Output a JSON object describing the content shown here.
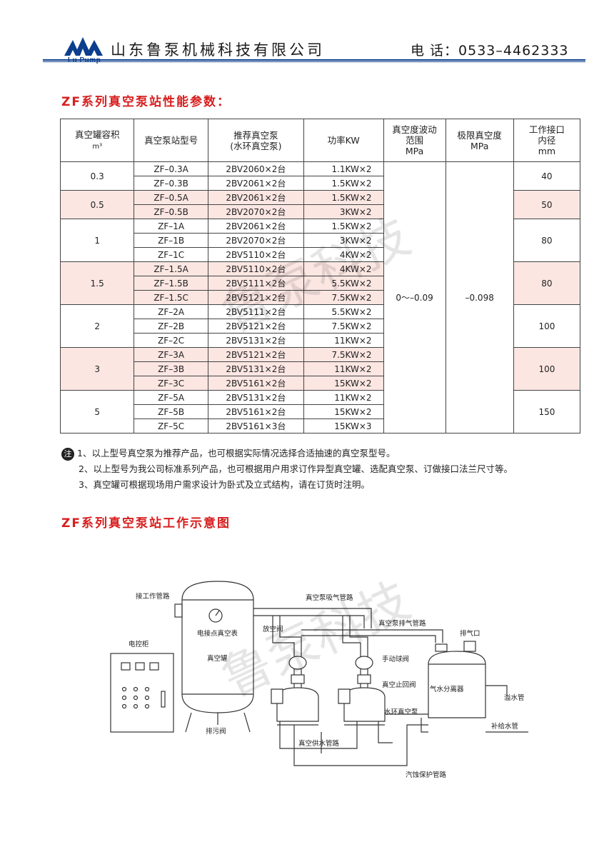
{
  "header": {
    "logo_text": "Lu Pump",
    "company": "山东鲁泵机械科技有限公司",
    "phone_label": "电   话",
    "phone": "：0533–4462333"
  },
  "section1": {
    "title": "ZF系列真空泵站性能参数："
  },
  "table": {
    "headers": {
      "volume": "真空罐容积",
      "volume_unit": "m³",
      "model": "真空泵站型号",
      "pump1": "推荐真空泵",
      "pump2": "(水环真空泵)",
      "power": "功率KW",
      "fluct1": "真空度波动",
      "fluct2": "范围",
      "fluct3": "MPa",
      "limit1": "极限真空度",
      "limit2": "MPa",
      "port1": "工作接口",
      "port2": "内径",
      "port3": "mm"
    },
    "fluct_value": "0～–0.09",
    "limit_value": "–0.098",
    "groups": [
      {
        "volume": "0.3",
        "port": "40",
        "rows": [
          {
            "model": "ZF–0.3A",
            "pump": "2BV2060×2台",
            "power": "1.1KW×2"
          },
          {
            "model": "ZF–0.3B",
            "pump": "2BV2061×2台",
            "power": "1.5KW×2"
          }
        ]
      },
      {
        "volume": "0.5",
        "port": "50",
        "rows": [
          {
            "model": "ZF–0.5A",
            "pump": "2BV2061×2台",
            "power": "1.5KW×2"
          },
          {
            "model": "ZF–0.5B",
            "pump": "2BV2070×2台",
            "power": "3KW×2"
          }
        ]
      },
      {
        "volume": "1",
        "port": "80",
        "rows": [
          {
            "model": "ZF–1A",
            "pump": "2BV2061×2台",
            "power": "1.5KW×2"
          },
          {
            "model": "ZF–1B",
            "pump": "2BV2070×2台",
            "power": "3KW×2"
          },
          {
            "model": "ZF–1C",
            "pump": "2BV5110×2台",
            "power": "4KW×2"
          }
        ]
      },
      {
        "volume": "1.5",
        "port": "80",
        "rows": [
          {
            "model": "ZF–1.5A",
            "pump": "2BV5110×2台",
            "power": "4KW×2"
          },
          {
            "model": "ZF–1.5B",
            "pump": "2BV5111×2台",
            "power": "5.5KW×2"
          },
          {
            "model": "ZF–1.5C",
            "pump": "2BV5121×2台",
            "power": "7.5KW×2"
          }
        ]
      },
      {
        "volume": "2",
        "port": "100",
        "rows": [
          {
            "model": "ZF–2A",
            "pump": "2BV5111×2台",
            "power": "5.5KW×2"
          },
          {
            "model": "ZF–2B",
            "pump": "2BV5121×2台",
            "power": "7.5KW×2"
          },
          {
            "model": "ZF–2C",
            "pump": "2BV5131×2台",
            "power": "11KW×2"
          }
        ]
      },
      {
        "volume": "3",
        "port": "100",
        "rows": [
          {
            "model": "ZF–3A",
            "pump": "2BV5121×2台",
            "power": "7.5KW×2"
          },
          {
            "model": "ZF–3B",
            "pump": "2BV5131×2台",
            "power": "11KW×2"
          },
          {
            "model": "ZF–3C",
            "pump": "2BV5161×2台",
            "power": "15KW×2"
          }
        ]
      },
      {
        "volume": "5",
        "port": "150",
        "rows": [
          {
            "model": "ZF–5A",
            "pump": "2BV5131×2台",
            "power": "11KW×2"
          },
          {
            "model": "ZF–5B",
            "pump": "2BV5161×2台",
            "power": "15KW×2"
          },
          {
            "model": "ZF–5C",
            "pump": "2BV5161×3台",
            "power": "15KW×3"
          }
        ]
      }
    ]
  },
  "notes": {
    "badge": "注",
    "items": [
      "1、以上型号真空泵为推荐产品，也可根据实际情况选择合适抽速的真空泵型号。",
      "2、以上型号为我公司标准系列产品，也可根据用户用求订作异型真空罐、选配真空泵、订做接口法兰尺寸等。",
      "3、真空罐可根据现场用户需求设计为卧式及立式结构，请在订货时注明。"
    ]
  },
  "section2": {
    "title": "ZF系列真空泵站工作示意图"
  },
  "diagram": {
    "labels": {
      "work_pipe": "接工作管路",
      "gauge": "电接点真空表",
      "tank": "真空罐",
      "cabinet": "电控柜",
      "drain": "排污阀",
      "vent_valve": "放空阀",
      "suction": "真空泵吸气管路",
      "exhaust_pipe": "真空泵排气管路",
      "exhaust_port": "排气口",
      "ball_valve": "手动球阀",
      "check_valve": "真空止回阀",
      "separator": "气水分离器",
      "pump": "水环真空泵",
      "overflow": "溢水管",
      "makeup": "补给水管",
      "water_supply": "真空供水管路",
      "cavitation": "汽蚀保护管路"
    }
  },
  "watermark": {
    "text1": "鲁泵科技",
    "text2": "鲁泵科技"
  }
}
